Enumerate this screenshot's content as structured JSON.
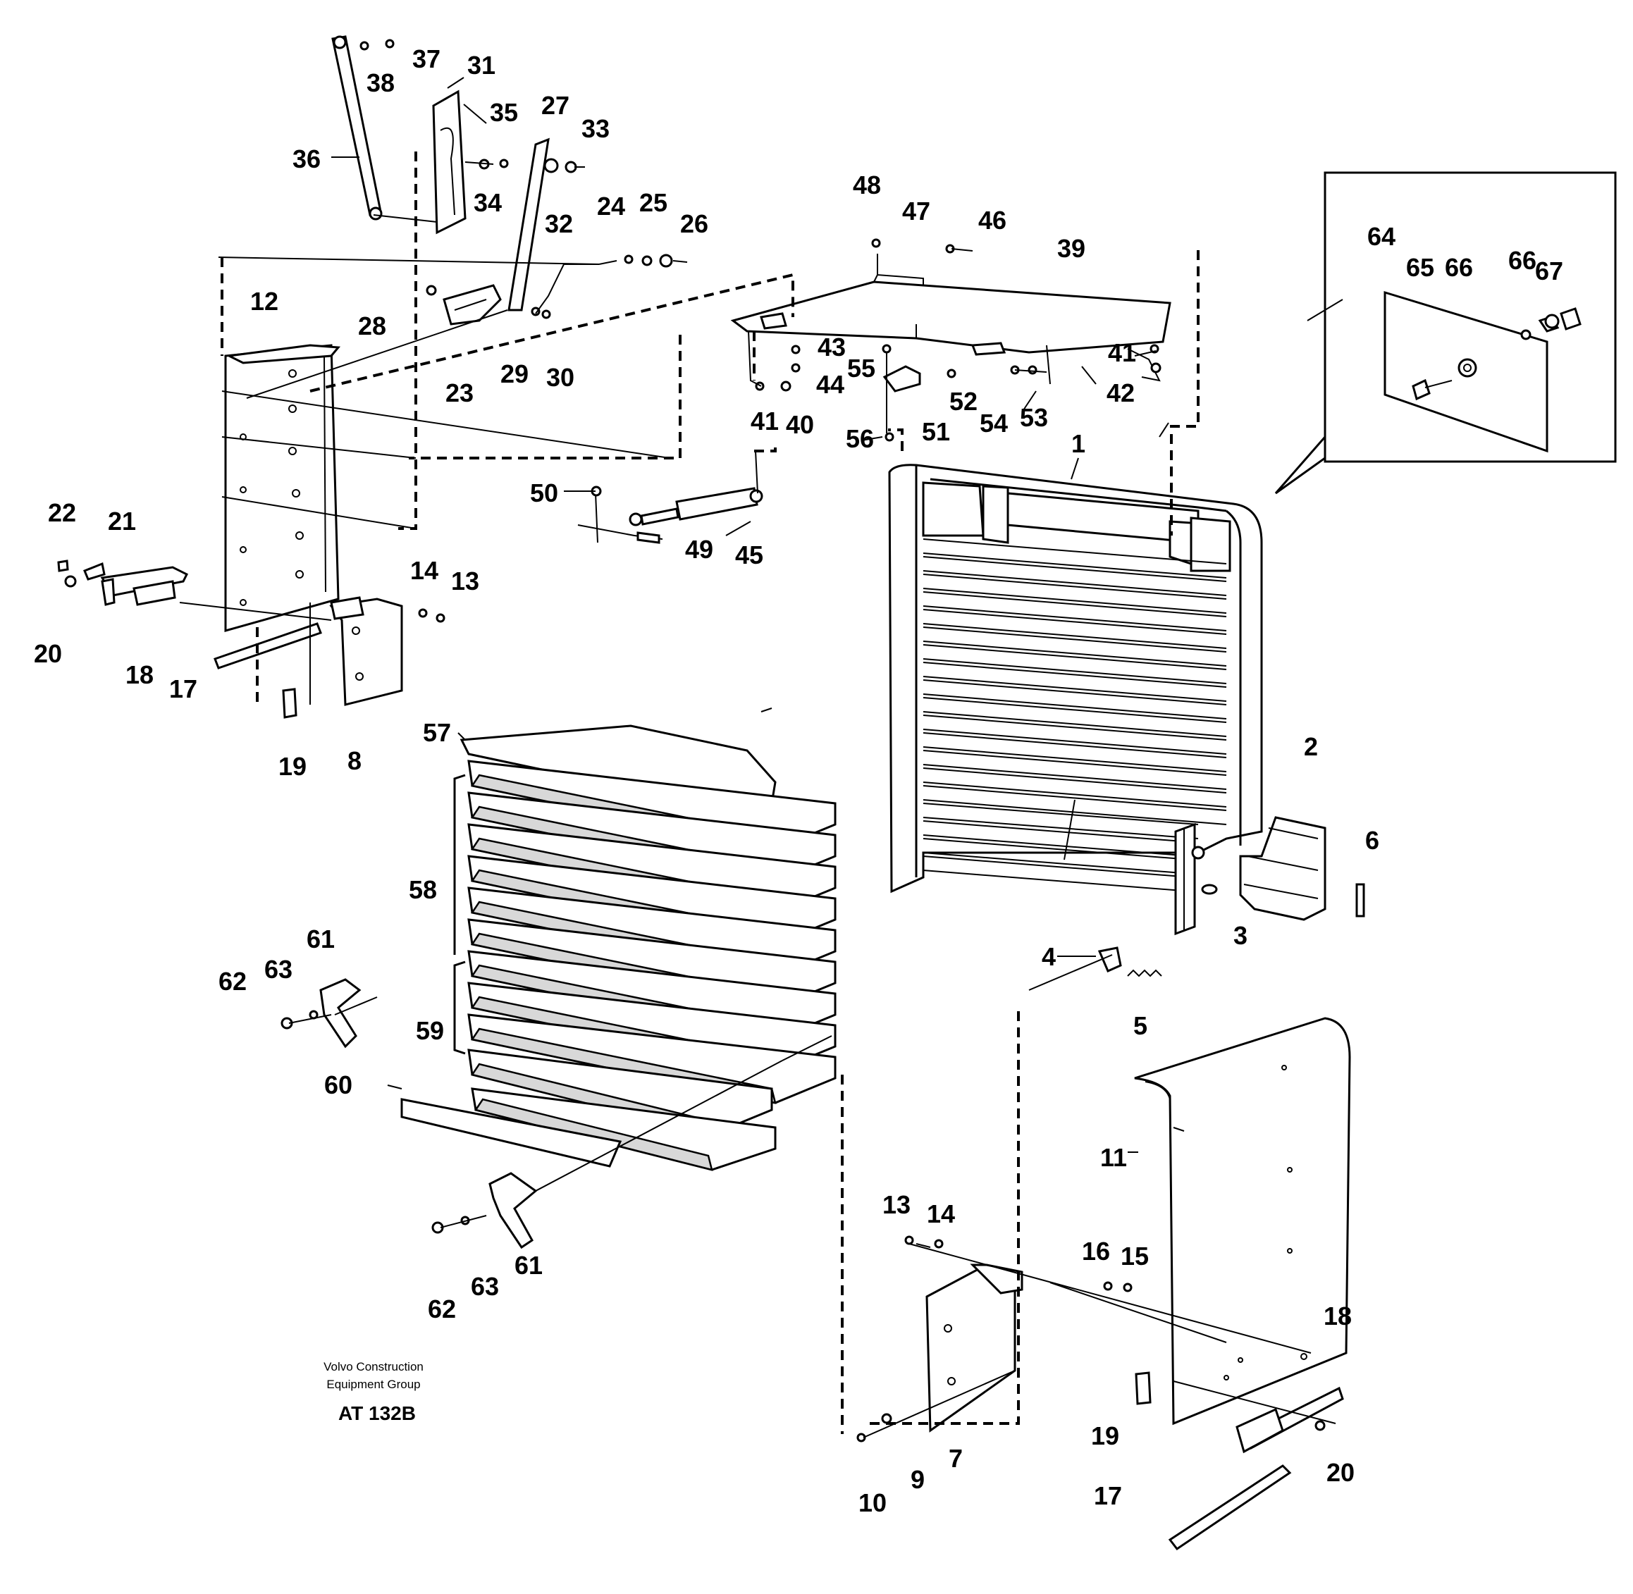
{
  "part_labels": [
    "1",
    "2",
    "3",
    "4",
    "5",
    "6",
    "7",
    "8",
    "9",
    "10",
    "11",
    "12",
    "13",
    "14",
    "17",
    "18",
    "19",
    "20",
    "21",
    "22",
    "23",
    "24",
    "25",
    "26",
    "27",
    "28",
    "29",
    "30",
    "31",
    "32",
    "33",
    "34",
    "35",
    "36",
    "37",
    "38",
    "39",
    "40",
    "41",
    "42",
    "43",
    "44",
    "45",
    "46",
    "47",
    "48",
    "49",
    "50",
    "51",
    "52",
    "53",
    "54",
    "55",
    "56",
    "57",
    "58",
    "59",
    "60",
    "61",
    "62",
    "63",
    "64",
    "65",
    "66",
    "67",
    "13",
    "14",
    "15",
    "16",
    "17",
    "18",
    "19",
    "20",
    "41",
    "61",
    "62",
    "63",
    "66"
  ],
  "credit": {
    "line1": "Volvo Construction",
    "line2": "Equipment Group",
    "code": "AT 132B"
  }
}
